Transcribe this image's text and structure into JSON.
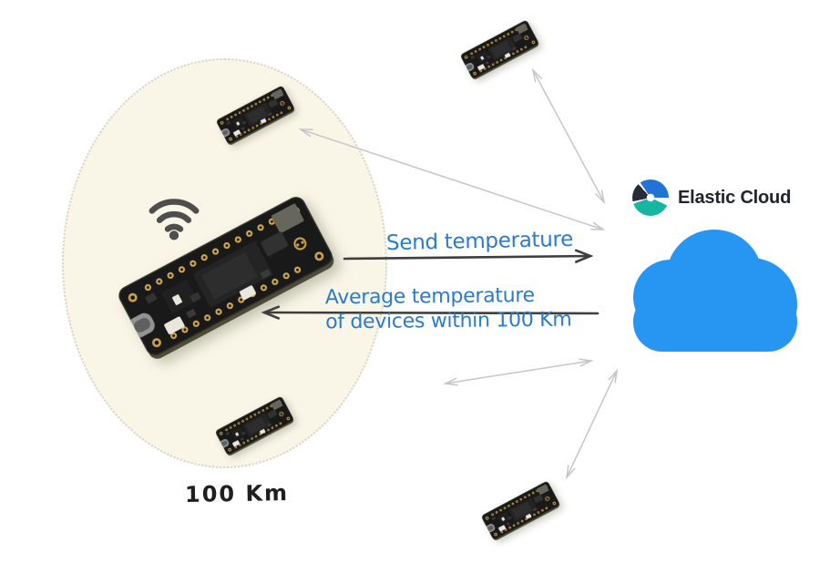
{
  "region": {
    "radius_label": "100 Km"
  },
  "flows": {
    "send": {
      "label": "Send temperature",
      "direction": "device-to-cloud"
    },
    "average": {
      "line1": "Average temperature",
      "line2": "of devices within 100 Km",
      "direction": "cloud-to-device"
    }
  },
  "cloud": {
    "brand": "Elastic Cloud"
  },
  "devices": {
    "main_board_count": 1,
    "peer_board_count": 4
  },
  "icons": {
    "wifi": "wifi-icon",
    "cloud": "cloud-icon",
    "elastic_logo": "elastic-cloud-logo-icon",
    "board": "arduino-board"
  },
  "colors": {
    "handwriting_blue": "#2b7bcd",
    "cloud_blue": "#2795f2",
    "region_fill": "#f9f6e7",
    "region_dot": "#d8d5c8",
    "arrow_dark": "#3e3e3e",
    "arrow_light": "#c6c6c6",
    "logo_blue": "#2273d6",
    "logo_teal": "#16b7a2",
    "logo_dark": "#262c38",
    "brand_text": "#20242c",
    "label_dark": "#1f1f1f",
    "wifi_gray": "#4e4e4e"
  }
}
